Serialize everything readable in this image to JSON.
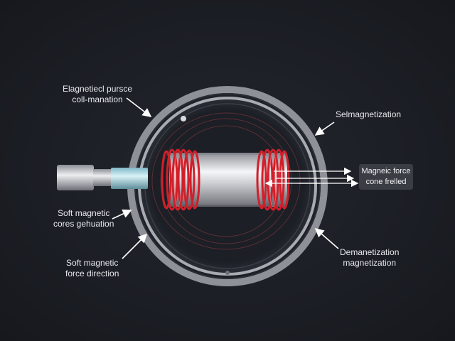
{
  "diagram": {
    "labels": {
      "top_left": [
        "Elagnetiecl pursce",
        "coll-manation"
      ],
      "top_right": "Selmagnetization",
      "mid_left": [
        "Soft magnetic",
        "cores gehuation"
      ],
      "bottom_left": [
        "Soft magnetic",
        "force direction"
      ],
      "bottom_right": [
        "Demanetization",
        "magnetization"
      ],
      "box": [
        "Magneic force",
        "cone frelled"
      ]
    },
    "colors": {
      "background": "#1b1e24",
      "ring": "#9a9da3",
      "coil": "#d21f2a",
      "core": "#d8dade",
      "shaft": "#9fd3e0",
      "label_box": "#3a3d43"
    }
  }
}
